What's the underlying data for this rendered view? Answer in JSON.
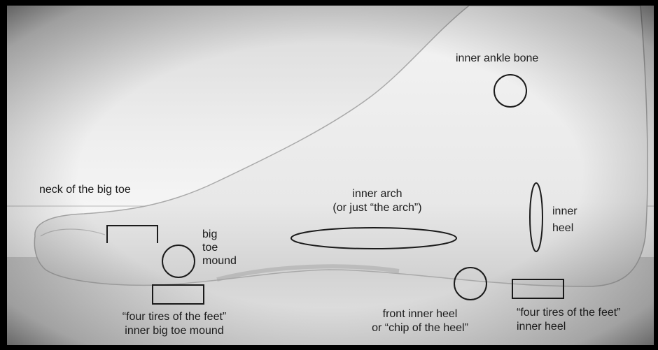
{
  "labels": {
    "inner_ankle_bone": "inner ankle bone",
    "neck_big_toe": "neck of the big toe",
    "inner_arch_l1": "inner arch",
    "inner_arch_l2": "(or just “the arch”)",
    "big_toe_mound_l1": "big",
    "big_toe_mound_l2": "toe",
    "big_toe_mound_l3": "mound",
    "inner_heel_l1": "inner",
    "inner_heel_l2": "heel",
    "four_tires_toe_l1": "“four tires of the feet”",
    "four_tires_toe_l2": "inner big toe mound",
    "front_inner_heel_l1": "front inner heel",
    "front_inner_heel_l2": "or “chip of the heel”",
    "four_tires_heel_l1": "“four tires of the feet”",
    "four_tires_heel_l2": "inner heel"
  },
  "colors": {
    "annotation": "#1b1b1b",
    "frame": "#000000"
  }
}
